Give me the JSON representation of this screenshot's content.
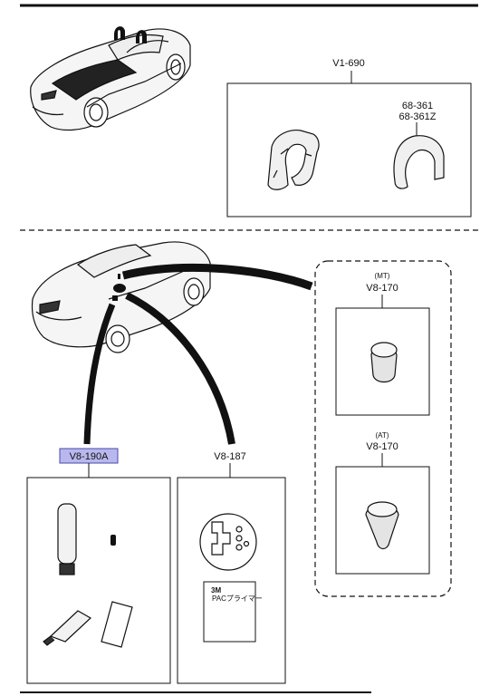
{
  "parts": {
    "v1_690": {
      "code": "V1-690",
      "sub_codes": [
        "68-361",
        "68-361Z"
      ]
    },
    "v8_170_mt": {
      "variant": "(MT)",
      "code": "V8-170"
    },
    "v8_170_at": {
      "variant": "(AT)",
      "code": "V8-170"
    },
    "v8_190a": {
      "code": "V8-190A",
      "highlight_color": "#b9b8ee"
    },
    "v8_187": {
      "code": "V8-187",
      "primer_brand": "3M",
      "primer_label": "PACプライマー"
    }
  },
  "colors": {
    "line": "#111111",
    "accent": "#b9b8ee"
  }
}
